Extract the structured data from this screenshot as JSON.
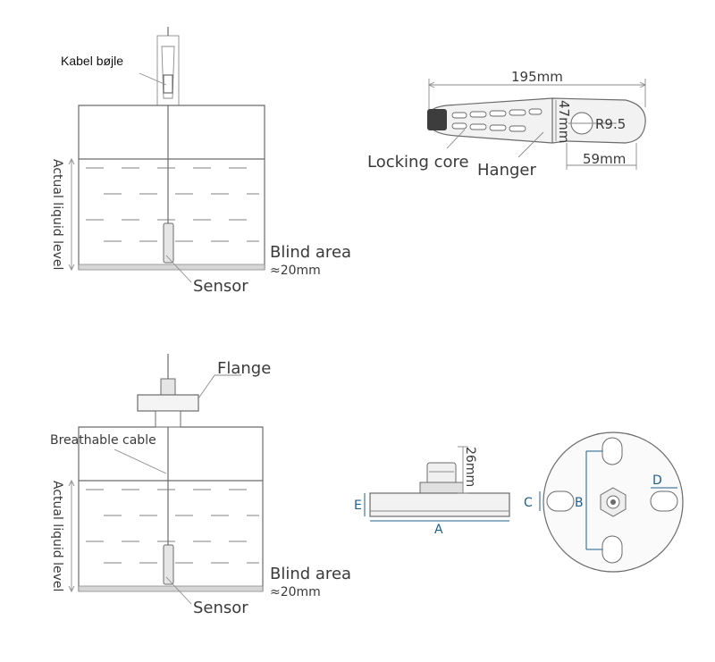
{
  "top_diagram": {
    "label_cable_hook": "Kabel bøjle",
    "label_level": "Actual liquid level",
    "label_blind_area": "Blind area",
    "label_blind_value": "≈20mm",
    "label_sensor": "Sensor"
  },
  "hanger_detail": {
    "dim_length": "195mm",
    "dim_height": "47mm",
    "dim_radius": "R9.5",
    "dim_width": "59mm",
    "label_locking_core": "Locking core",
    "label_hanger": "Hanger"
  },
  "bottom_diagram": {
    "label_flange": "Flange",
    "label_cable": "Breathable cable",
    "label_level": "Actual liquid level",
    "label_blind_area": "Blind area",
    "label_blind_value": "≈20mm",
    "label_sensor": "Sensor"
  },
  "flange_detail": {
    "dim_height": "26mm",
    "letter_a": "A",
    "letter_b": "B",
    "letter_c": "C",
    "letter_d": "D",
    "letter_e": "E"
  }
}
